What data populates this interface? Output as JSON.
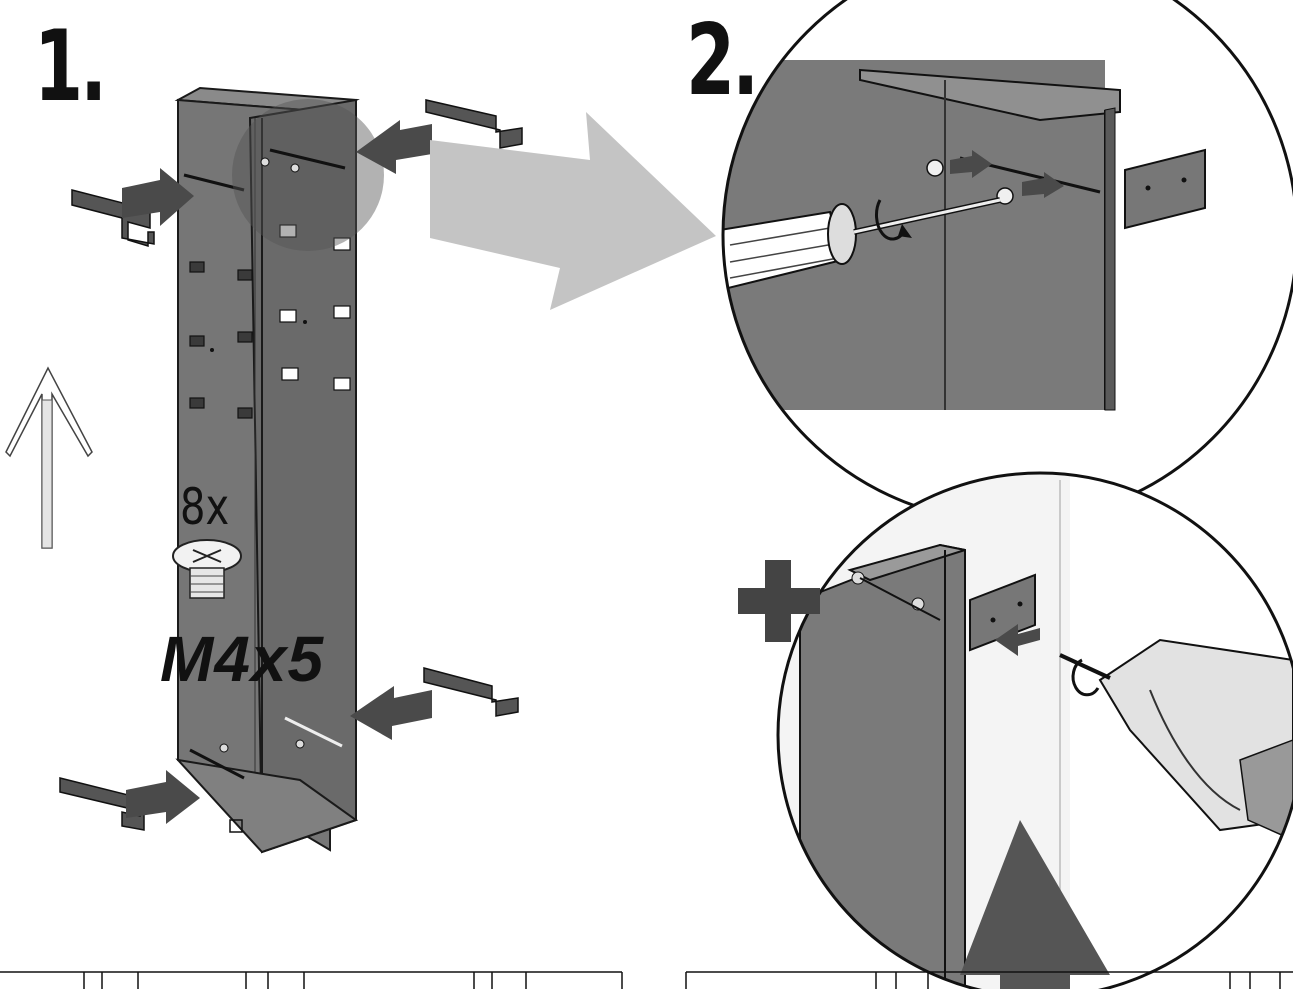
{
  "steps": {
    "step1": {
      "number": "1."
    },
    "step2": {
      "number": "2."
    }
  },
  "hardware": {
    "quantity": "8x",
    "screw_code": "M4x5"
  },
  "colors": {
    "panel": "#6f6f6f",
    "panel_dark": "#4f4f4f",
    "arrow": "#4a4a4a",
    "big_arrow": "#c4c4c4",
    "outline": "#1a1a1a"
  }
}
